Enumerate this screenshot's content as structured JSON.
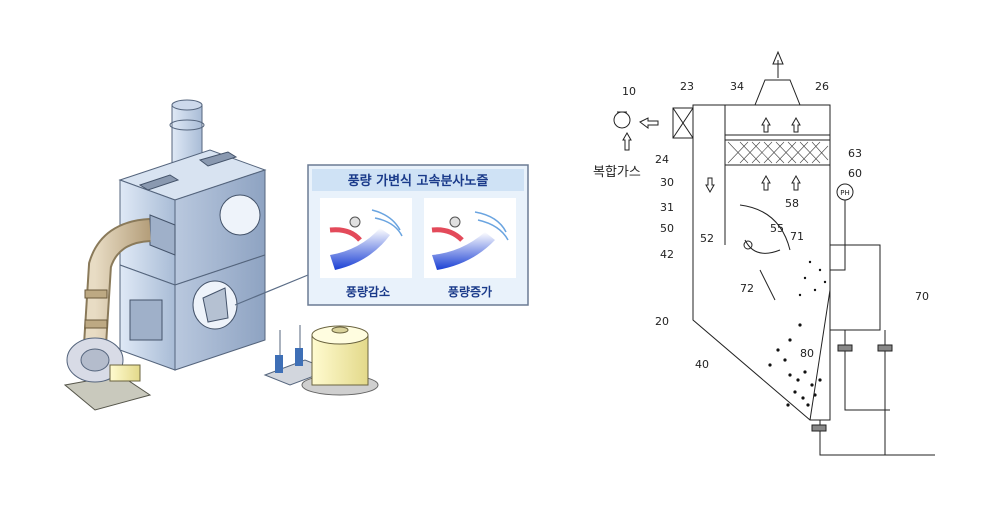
{
  "callout": {
    "title": "풍량 가변식 고속분사노즐",
    "left_label": "풍량감소",
    "right_label": "풍량증가"
  },
  "schematic": {
    "input_label": "복합가스",
    "numbers": [
      "10",
      "23",
      "34",
      "26",
      "63",
      "24",
      "30",
      "60",
      "31",
      "58",
      "50",
      "55",
      "71",
      "52",
      "42",
      "72",
      "70",
      "20",
      "80",
      "40"
    ],
    "ph_label": "PH"
  }
}
